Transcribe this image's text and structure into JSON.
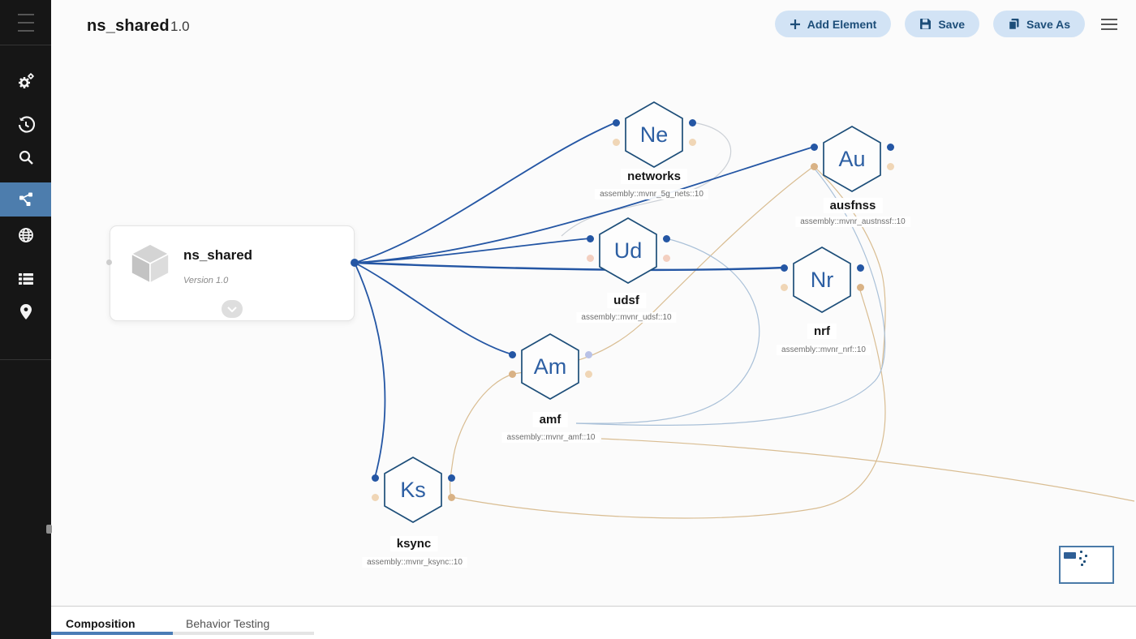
{
  "header": {
    "title": "ns_shared",
    "version": "1.0"
  },
  "toolbar": {
    "add_element_label": "Add Element",
    "save_label": "Save",
    "save_as_label": "Save As",
    "icons": [
      "plus-icon",
      "save-floppy-icon",
      "save-as-copy-icon",
      "overflow-menu-icon"
    ]
  },
  "sidebar": {
    "icons": [
      "menu-icon",
      "settings-gears-icon",
      "history-icon",
      "search-icon",
      "topology-icon",
      "globe-icon",
      "data-list-icon",
      "location-pin-icon"
    ],
    "selected_item": "topology"
  },
  "card": {
    "title": "ns_shared",
    "version_label": "Version 1.0",
    "icon": "cube-icon"
  },
  "nodes": [
    {
      "abbr": "Ne",
      "label": "networks",
      "assembly": "assembly::mvnr_5g_nets::10"
    },
    {
      "abbr": "Au",
      "label": "ausfnss",
      "assembly": "assembly::mvnr_austnssf::10"
    },
    {
      "abbr": "Ud",
      "label": "udsf",
      "assembly": "assembly::mvnr_udsf::10"
    },
    {
      "abbr": "Nr",
      "label": "nrf",
      "assembly": "assembly::mvnr_nrf::10"
    },
    {
      "abbr": "Am",
      "label": "amf",
      "assembly": "assembly::mvnr_amf::10"
    },
    {
      "abbr": "Ks",
      "label": "ksync",
      "assembly": "assembly::mvnr_ksync::10"
    }
  ],
  "tabs": [
    {
      "label": "Composition",
      "active": true
    },
    {
      "label": "Behavior Testing",
      "active": false
    }
  ],
  "colors": {
    "accent_blue": "#2456a4",
    "node_border": "#1d4e79",
    "node_text": "#2d5fa3",
    "button_bg": "#d2e3f5",
    "button_text": "#1d4e79",
    "selected_item_bg": "#4d7dad",
    "tab_active_underline": "#4a7db6",
    "edge_tan": "#d9bd92",
    "edge_steel": "#a9c0d8",
    "sidebar_bg": "#161616"
  }
}
